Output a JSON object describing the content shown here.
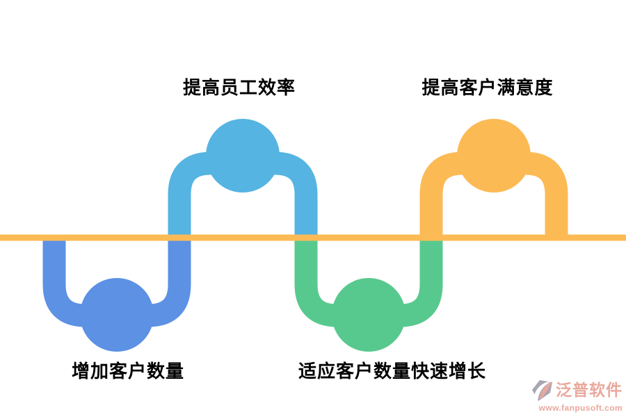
{
  "page": {
    "background": "#ffffff"
  },
  "diagram": {
    "baseline_color": "#FCBA55",
    "label_color": "#000000",
    "labels": {
      "top_left": "提高员工效率",
      "top_right": "提高客户满意度",
      "bottom_left": "增加客户数量",
      "bottom_middle": "适应客户数量快速增长"
    },
    "nodes": [
      {
        "name": "increase-customer-count",
        "position": "bottom-left",
        "color": "#5C91E4"
      },
      {
        "name": "improve-employee-efficiency",
        "position": "top-left",
        "color": "#55B4E1"
      },
      {
        "name": "adapt-rapid-customer-growth",
        "position": "bottom-middle",
        "color": "#58C98E"
      },
      {
        "name": "improve-customer-satisfaction",
        "position": "top-right",
        "color": "#FCBA55"
      }
    ]
  },
  "watermark": {
    "brand": "泛普软件",
    "url": "www.fanpusoft.com",
    "text_color": "#E9A89D",
    "icon_gray": "#A9A5B5",
    "icon_accent": "#E9A89D"
  }
}
